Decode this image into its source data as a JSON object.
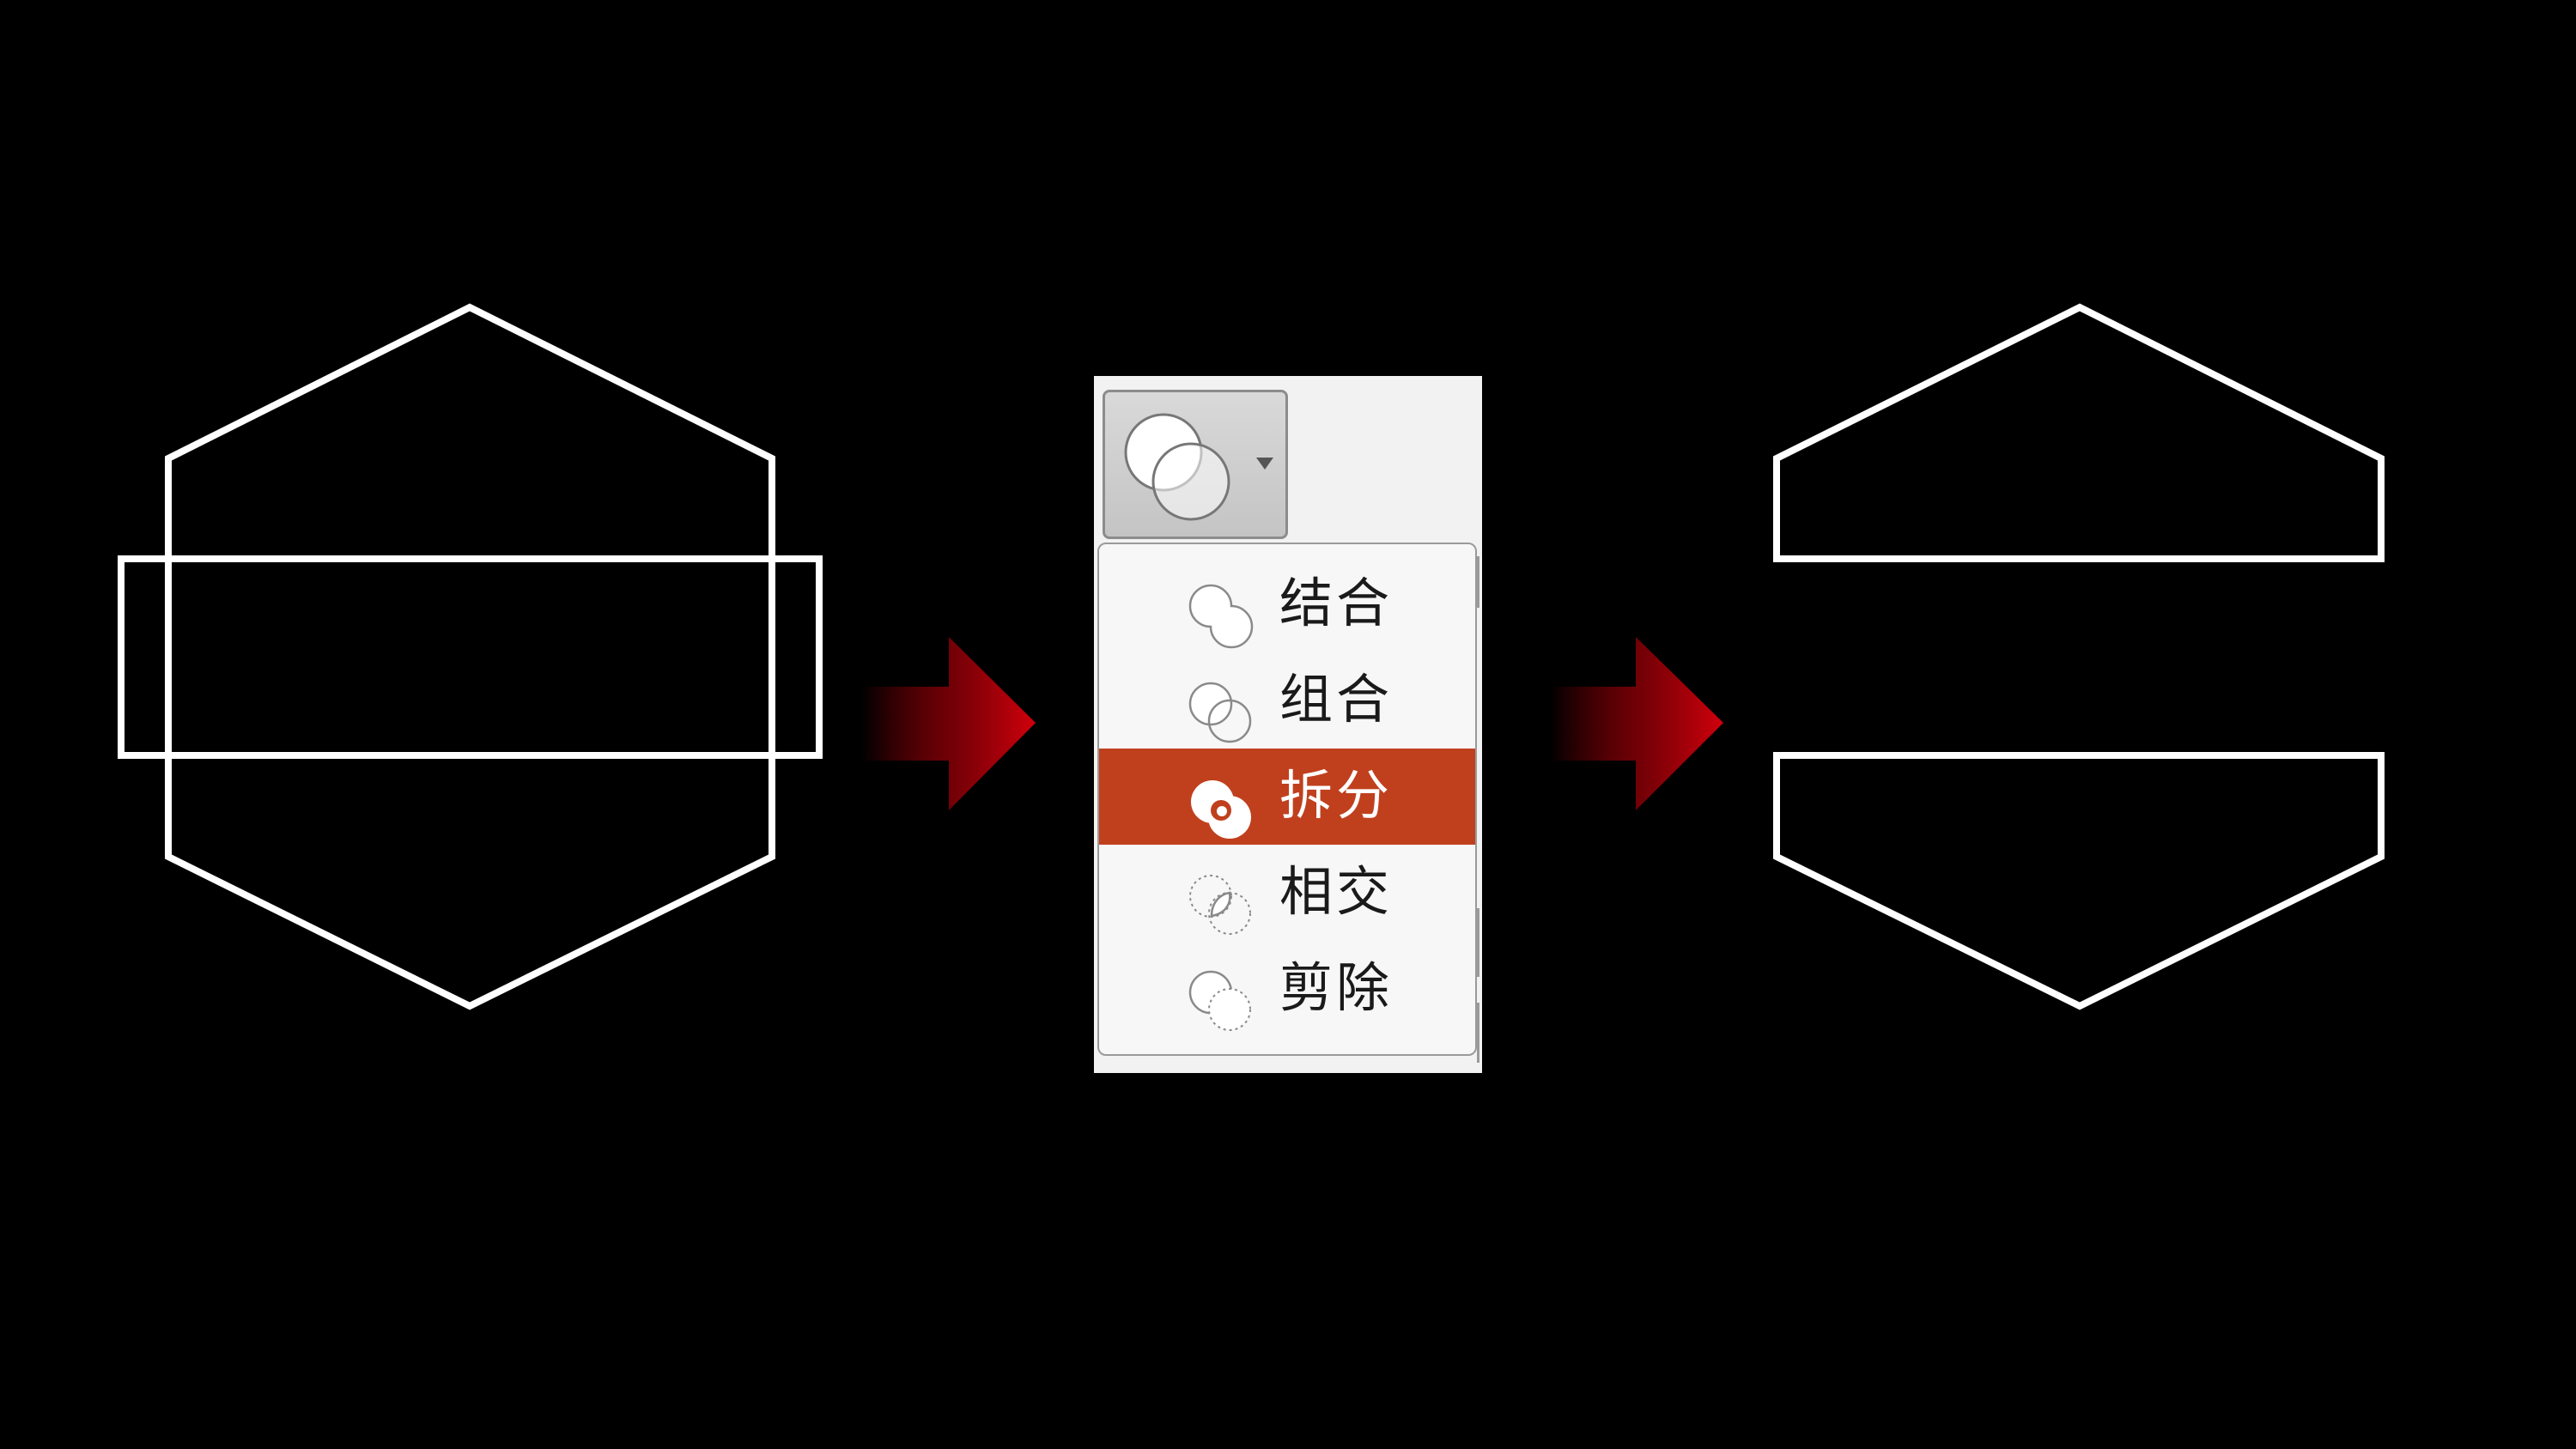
{
  "colors": {
    "background": "#000000",
    "outline": "#ffffff",
    "arrow": "#c0000a",
    "highlight": "#c0401e",
    "panel": "#f2f2f2"
  },
  "merge_button": {
    "icon": "merge-shapes-icon",
    "dropdown": "chevron-down-icon"
  },
  "menu": {
    "items": [
      {
        "label": "结合",
        "icon": "union-icon"
      },
      {
        "label": "组合",
        "icon": "combine-icon"
      },
      {
        "label": "拆分",
        "icon": "fragment-icon",
        "selected": true
      },
      {
        "label": "相交",
        "icon": "intersect-icon"
      },
      {
        "label": "剪除",
        "icon": "subtract-icon"
      }
    ]
  }
}
